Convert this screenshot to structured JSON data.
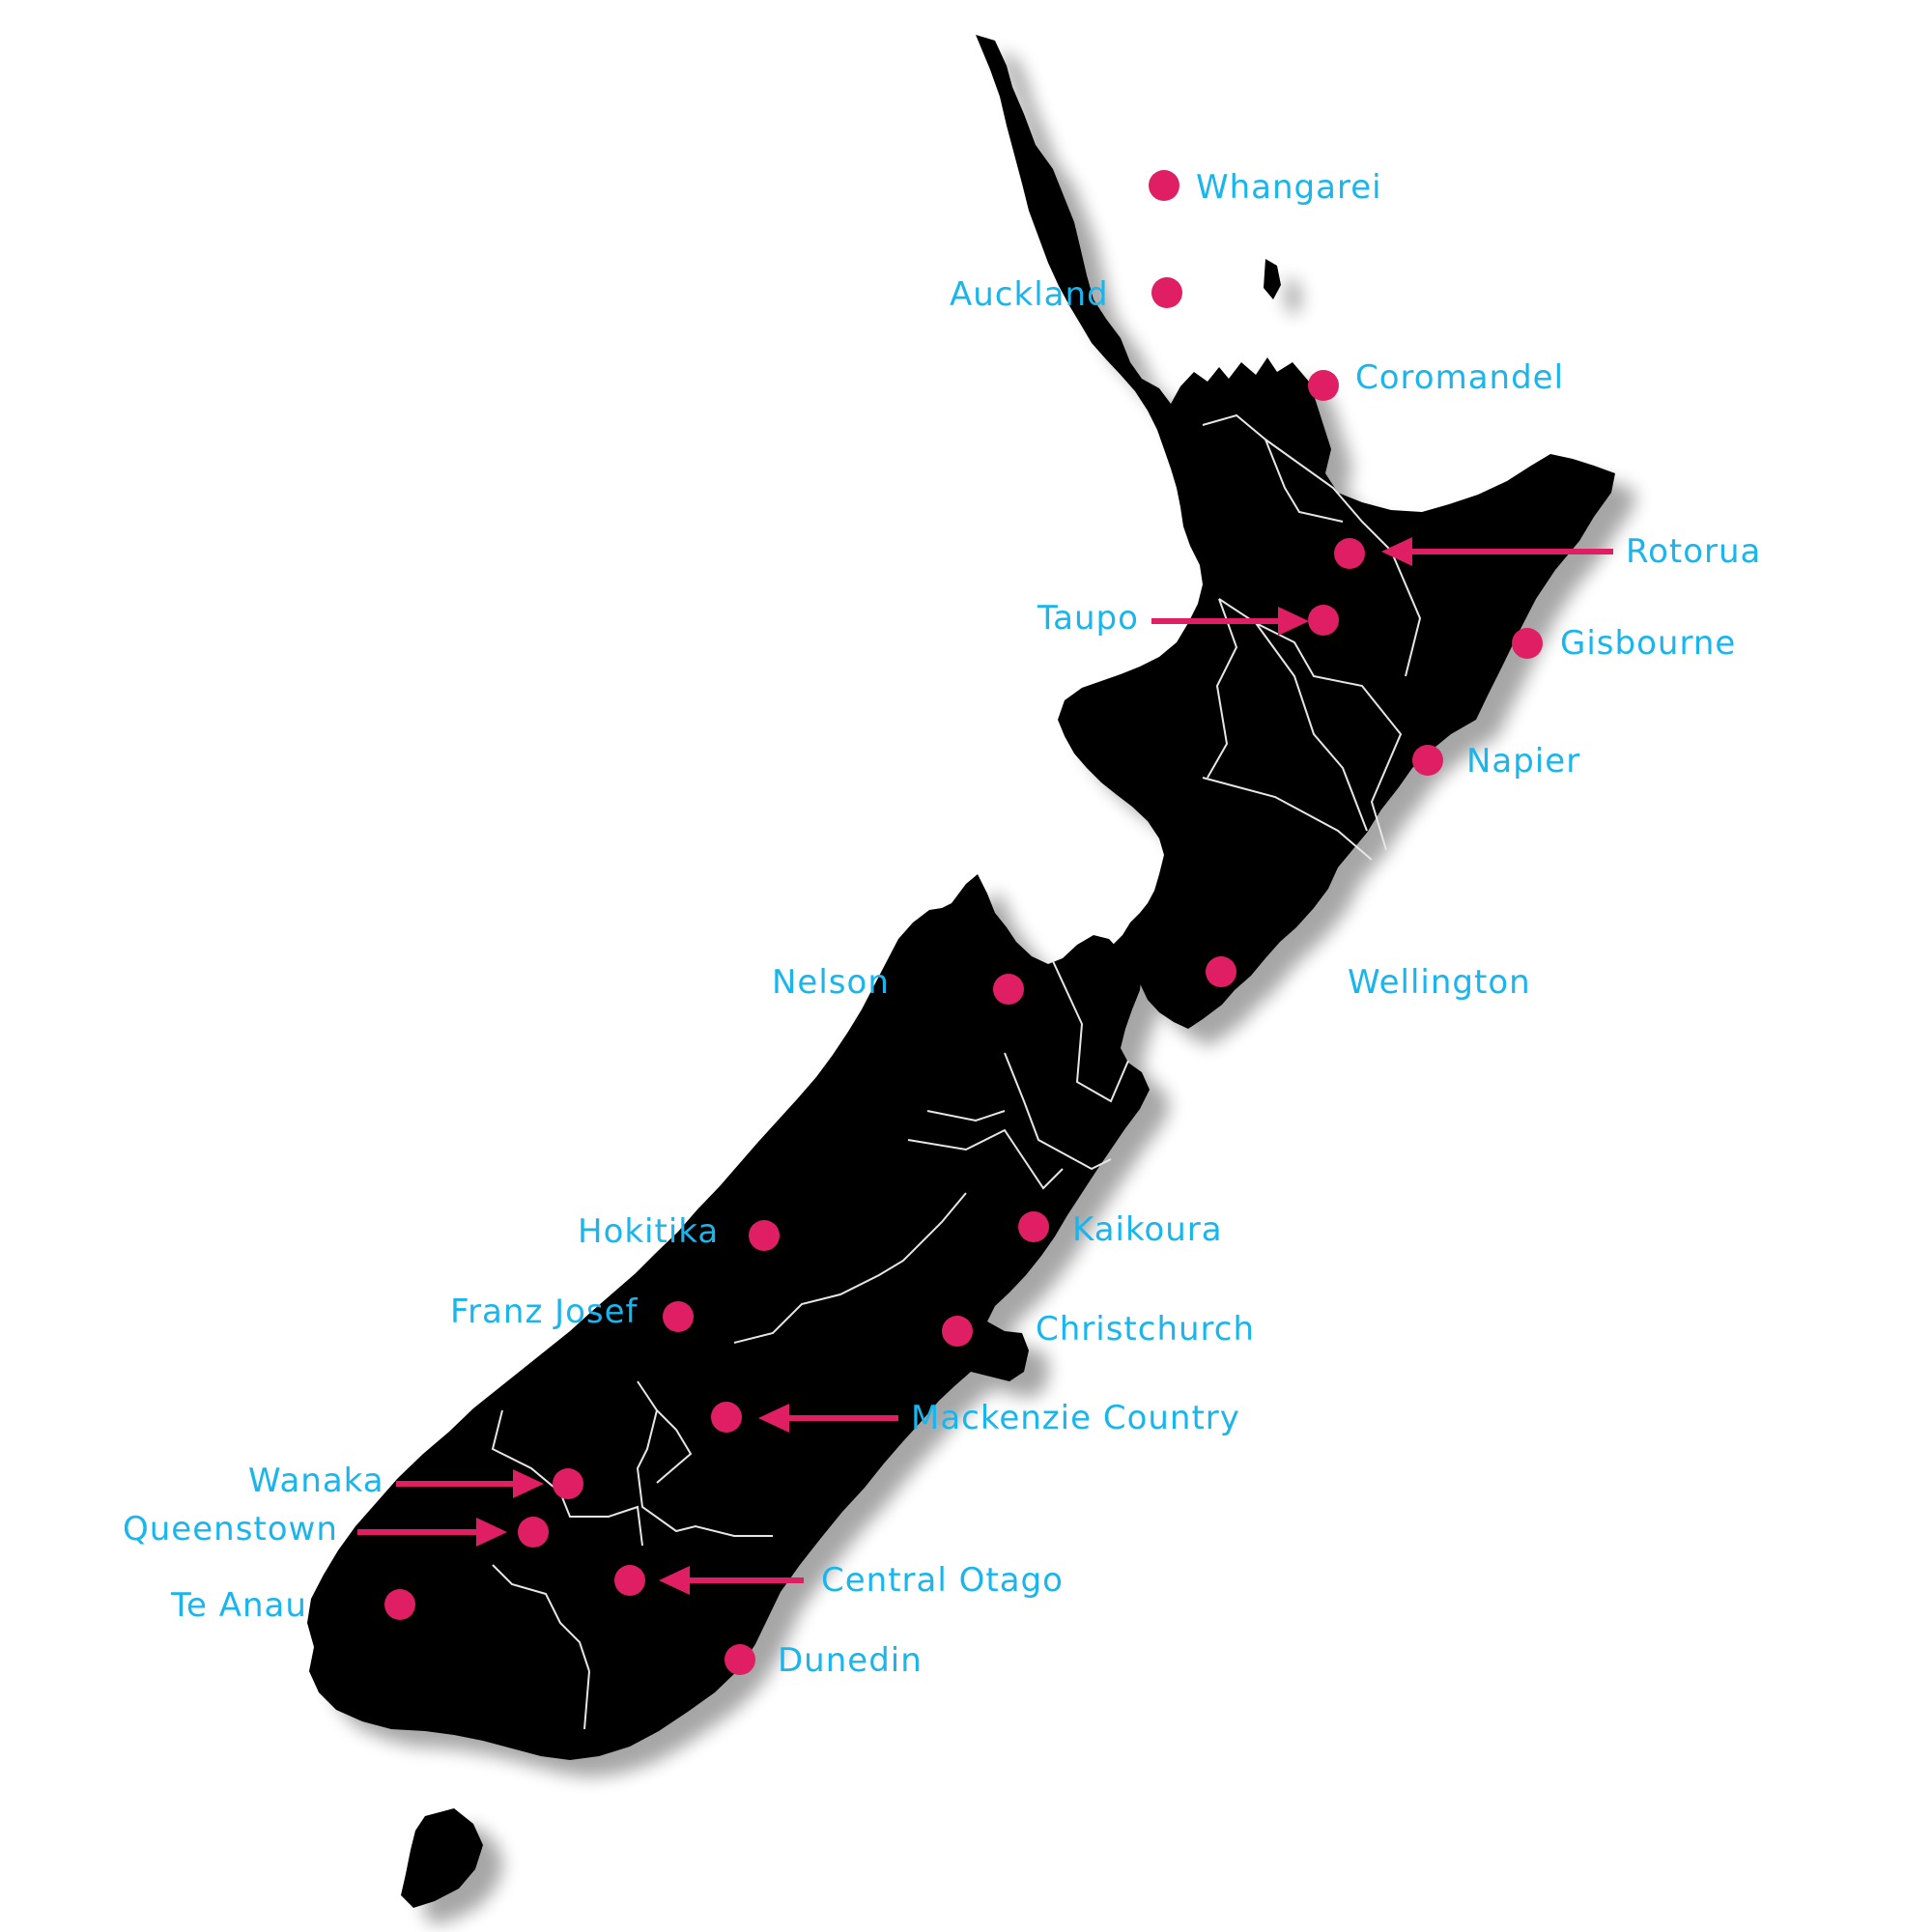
{
  "colors": {
    "land": "#000000",
    "region_border": "#e6e6e6",
    "marker": "#e01e63",
    "label": "#19b5ec",
    "background": "#ffffff"
  },
  "icons": {
    "marker": "circle-marker-icon",
    "arrow": "arrow-pointer-icon"
  },
  "locations": [
    {
      "id": "whangarei",
      "name": "Whangarei"
    },
    {
      "id": "auckland",
      "name": "Auckland"
    },
    {
      "id": "coromandel",
      "name": "Coromandel"
    },
    {
      "id": "rotorua",
      "name": "Rotorua"
    },
    {
      "id": "taupo",
      "name": "Taupo"
    },
    {
      "id": "gisbourne",
      "name": "Gisbourne"
    },
    {
      "id": "napier",
      "name": "Napier"
    },
    {
      "id": "wellington",
      "name": "Wellington"
    },
    {
      "id": "nelson",
      "name": "Nelson"
    },
    {
      "id": "hokitika",
      "name": "Hokitika"
    },
    {
      "id": "kaikoura",
      "name": "Kaikoura"
    },
    {
      "id": "franz-josef",
      "name": "Franz Josef"
    },
    {
      "id": "christchurch",
      "name": "Christchurch"
    },
    {
      "id": "mackenzie-country",
      "name": "Mackenzie Country"
    },
    {
      "id": "wanaka",
      "name": "Wanaka"
    },
    {
      "id": "queenstown",
      "name": "Queenstown"
    },
    {
      "id": "central-otago",
      "name": "Central Otago"
    },
    {
      "id": "te-anau",
      "name": "Te Anau"
    },
    {
      "id": "dunedin",
      "name": "Dunedin"
    }
  ]
}
